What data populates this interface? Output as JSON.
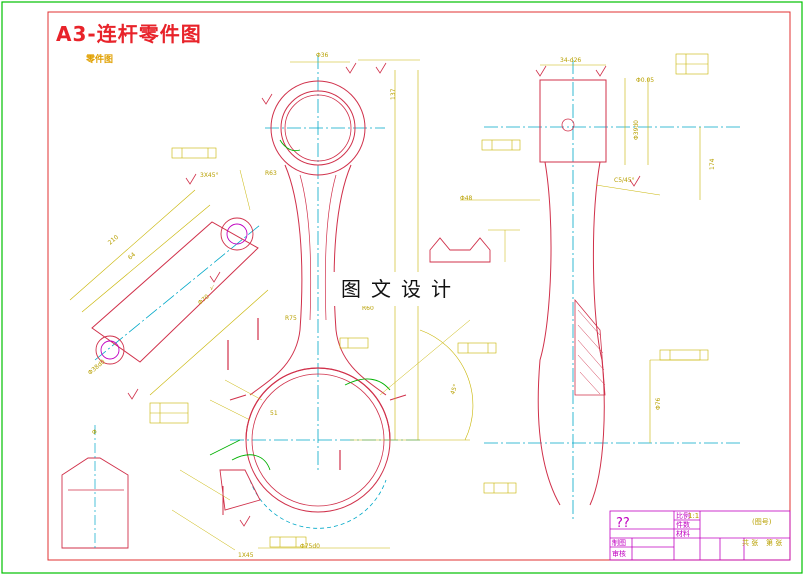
{
  "title": "A3-连杆零件图",
  "subtitle": "零件图",
  "watermark": "图文设计",
  "title_block": {
    "name": "??",
    "scale_label": "比例",
    "scale_value": "1:1",
    "count_label": "件数",
    "material_label": "材料",
    "drawing_no": "(图号)",
    "designer_label": "制图",
    "checker_label": "审核",
    "company_a": "共 张",
    "company_b": "第 张"
  },
  "colors": {
    "border": "#e03030",
    "outline": "#d0304a",
    "dimension": "#c8b400",
    "centerline": "#00a8c8",
    "hidden": "#c000c0",
    "green": "#00b000",
    "magenta": "#c000c0"
  }
}
